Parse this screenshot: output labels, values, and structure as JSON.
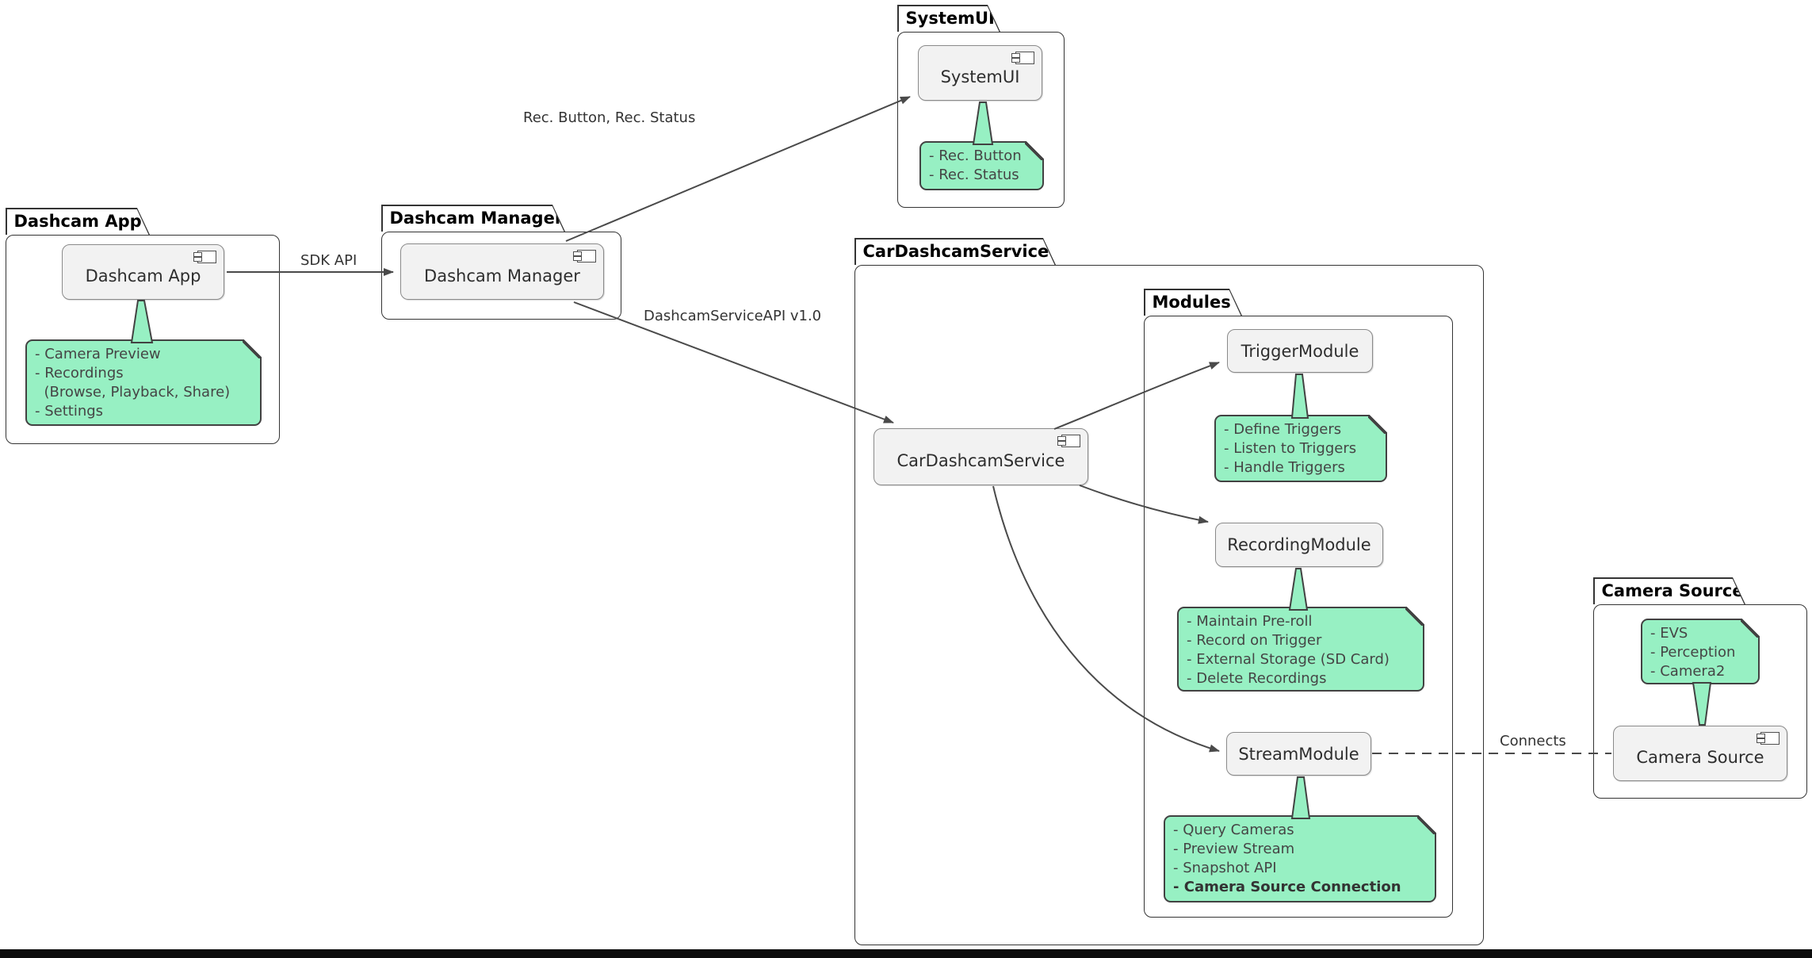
{
  "packages": {
    "dashcam_app": {
      "title": "Dashcam App",
      "component": "Dashcam App",
      "note": [
        "- Camera Preview",
        "- Recordings",
        "  (Browse, Playback, Share)",
        "- Settings"
      ]
    },
    "dashcam_manager": {
      "title": "Dashcam Manager",
      "component": "Dashcam Manager"
    },
    "systemui": {
      "title": "SystemUI",
      "component": "SystemUI",
      "note": [
        "- Rec. Button",
        "- Rec. Status"
      ]
    },
    "car_dashcam_service": {
      "title": "CarDashcamService",
      "component": "CarDashcamService"
    },
    "modules": {
      "title": "Modules",
      "trigger": {
        "component": "TriggerModule",
        "note": [
          "- Define Triggers",
          "- Listen to Triggers",
          "- Handle Triggers"
        ]
      },
      "recording": {
        "component": "RecordingModule",
        "note": [
          "- Maintain Pre-roll",
          "- Record on Trigger",
          "- External Storage (SD Card)",
          "- Delete Recordings"
        ]
      },
      "stream": {
        "component": "StreamModule",
        "note": [
          "- Query Cameras",
          "- Preview Stream",
          "- Snapshot API",
          "- Camera Source Connection"
        ]
      }
    },
    "camera_source": {
      "title": "Camera Source",
      "component": "Camera Source",
      "note": [
        "- EVS",
        "- Perception",
        "- Camera2"
      ]
    }
  },
  "edge_labels": {
    "sdk_api": "SDK API",
    "rec_button_status": "Rec. Button, Rec. Status",
    "dashcam_service_api": "DashcamServiceAPI v1.0",
    "connects": "Connects"
  },
  "colors": {
    "note_fill": "#97f0c3",
    "note_border": "#424242",
    "line": "#4a4a4a",
    "component_fill": "#f2f2f2"
  }
}
